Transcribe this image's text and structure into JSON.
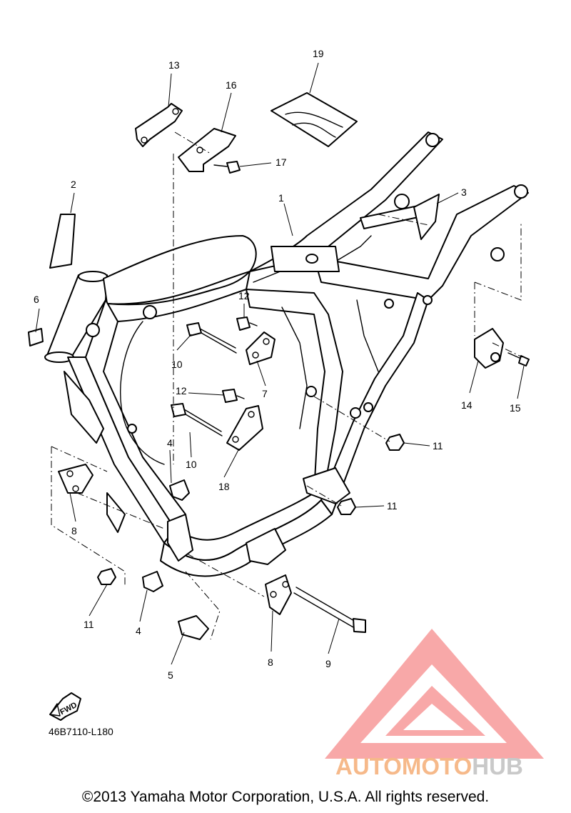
{
  "diagram": {
    "callouts": [
      "1",
      "2",
      "3",
      "4",
      "4",
      "5",
      "6",
      "7",
      "8",
      "8",
      "9",
      "10",
      "10",
      "11",
      "11",
      "11",
      "12",
      "12",
      "13",
      "14",
      "15",
      "16",
      "17",
      "18",
      "19"
    ],
    "fwd_label": "FWD",
    "drawing_code": "46B7110-L180"
  },
  "watermark": {
    "part1": "AUTOMOTO",
    "part2": "HUB",
    "color1": "#f6b98a",
    "color2": "#c9c9c9",
    "logo_color": "#f79a9a"
  },
  "footer": {
    "copyright": "©2013 Yamaha Motor Corporation, U.S.A. All rights reserved."
  }
}
